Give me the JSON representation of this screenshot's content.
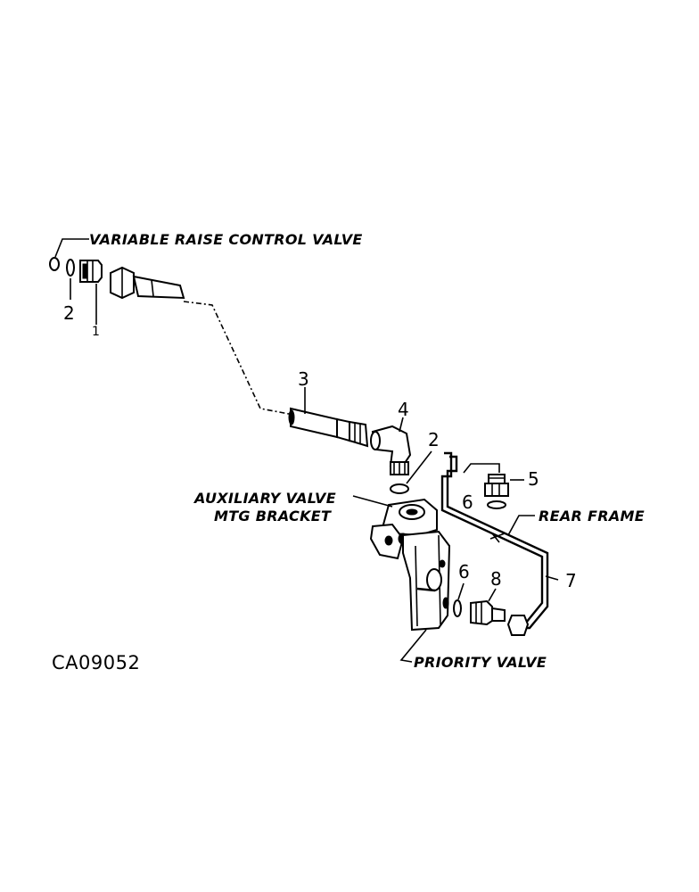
{
  "labels": {
    "variable_raise": "VARIABLE RAISE CONTROL VALVE",
    "auxiliary_line1": "AUXILIARY VALVE",
    "auxiliary_line2": "MTG BRACKET",
    "rear_frame": "REAR FRAME",
    "priority_valve": "PRIORITY VALVE"
  },
  "callouts": {
    "c1": "1",
    "c2_top": "2",
    "c2_mid": "2",
    "c3": "3",
    "c4": "4",
    "c5": "5",
    "c6_upper": "6",
    "c6_lower": "6",
    "c7": "7",
    "c8": "8"
  },
  "figure_code": "CA09052"
}
